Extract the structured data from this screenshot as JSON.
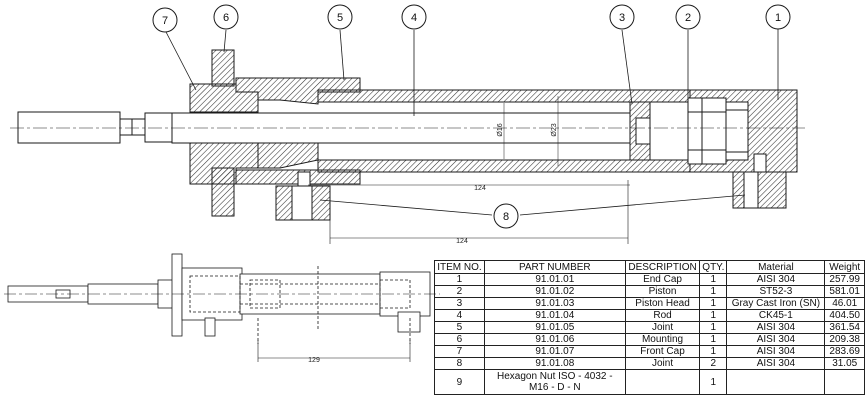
{
  "balloons": [
    "1",
    "2",
    "3",
    "4",
    "5",
    "6",
    "7",
    "8"
  ],
  "dimensions": {
    "d_small": "Ø16",
    "d_large": "Ø23",
    "len_upper_a": "124",
    "len_upper_b": "124",
    "len_lower": "129"
  },
  "bom": {
    "headers": [
      "ITEM NO.",
      "PART NUMBER",
      "DESCRIPTION",
      "QTY.",
      "Material",
      "Weight"
    ],
    "rows": [
      [
        "1",
        "91.01.01",
        "End Cap",
        "1",
        "AISI 304",
        "257.99"
      ],
      [
        "2",
        "91.01.02",
        "Piston",
        "1",
        "ST52-3",
        "581.01"
      ],
      [
        "3",
        "91.01.03",
        "Piston Head",
        "1",
        "Gray Cast Iron (SN)",
        "46.01"
      ],
      [
        "4",
        "91.01.04",
        "Rod",
        "1",
        "CK45-1",
        "404.50"
      ],
      [
        "5",
        "91.01.05",
        "Joint",
        "1",
        "AISI 304",
        "361.54"
      ],
      [
        "6",
        "91.01.06",
        "Mounting",
        "1",
        "AISI 304",
        "209.38"
      ],
      [
        "7",
        "91.01.07",
        "Front Cap",
        "1",
        "AISI 304",
        "283.69"
      ],
      [
        "8",
        "91.01.08",
        "Joint",
        "2",
        "AISI 304",
        "31.05"
      ],
      [
        "9",
        "Hexagon Nut ISO - 4032 - M16 - D - N",
        "",
        "1",
        "",
        ""
      ]
    ]
  },
  "colors": {
    "line": "#1a1a1a",
    "hatch": "#333333",
    "fill": "#ffffff"
  }
}
